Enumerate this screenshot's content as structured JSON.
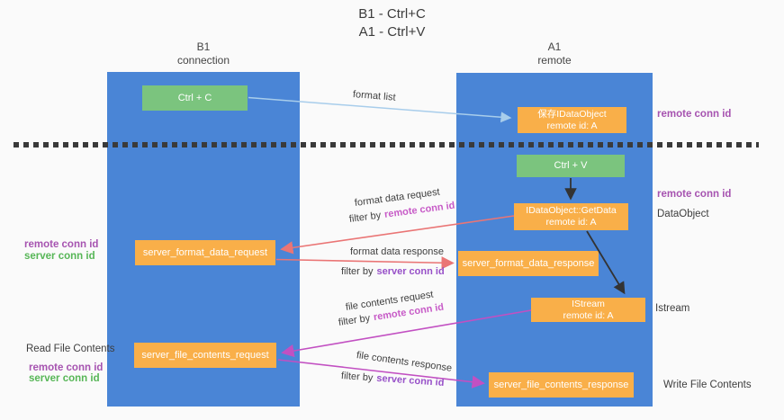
{
  "title": {
    "line1": "B1 - Ctrl+C",
    "line2": "A1 - Ctrl+V"
  },
  "lanes": {
    "left": {
      "header1": "B1",
      "header2": "connection"
    },
    "right": {
      "header1": "A1",
      "header2": "remote"
    }
  },
  "nodes": {
    "ctrl_c": {
      "label": "Ctrl + C"
    },
    "ctrl_v": {
      "label": "Ctrl + V"
    },
    "save_dataobject": {
      "line1": "保存IDataObject",
      "line2": "remote id: A"
    },
    "getdata": {
      "line1": "IDataObject::GetData",
      "line2": "remote id: A"
    },
    "istream": {
      "line1": "IStream",
      "line2": "remote id: A"
    },
    "format_request": {
      "label": "server_format_data_request"
    },
    "format_response": {
      "label": "server_format_data_response"
    },
    "file_request": {
      "label": "server_file_contents_request"
    },
    "file_response": {
      "label": "server_file_contents_response"
    }
  },
  "arrow_labels": {
    "format_list": "format list",
    "format_data_request": "format data request",
    "format_data_response": "format data response",
    "file_contents_request": "file contents request",
    "file_contents_response": "file contents response",
    "filter_by": "filter by",
    "remote_conn_id": "remote conn id",
    "server_conn_id": "server conn id"
  },
  "side_labels": {
    "remote_conn_id": "remote conn id",
    "server_conn_id": "server conn id",
    "dataobject": "DataObject",
    "istream": "Istream",
    "read_file_contents": "Read File Contents",
    "write_file_contents": "Write File Contents"
  },
  "colors": {
    "lane_blue": "#4a85d6",
    "node_green": "#7bc47e",
    "node_orange": "#f9af49",
    "arrow_light_blue": "#a8cdeb",
    "arrow_red": "#ea7575",
    "arrow_magenta": "#c250c2",
    "arrow_black": "#333333",
    "text_purple": "#a653b0",
    "text_magenta": "#c75bc7",
    "text_violet": "#9750c8",
    "text_green": "#57b657"
  }
}
